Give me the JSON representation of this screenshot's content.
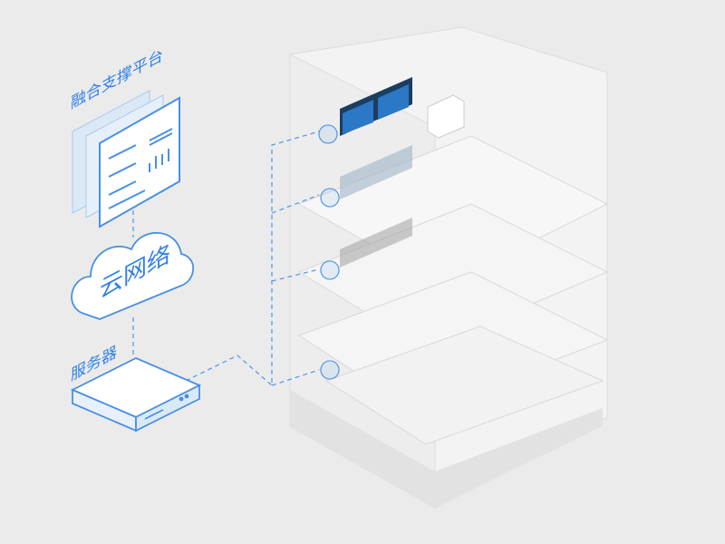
{
  "labels": {
    "platform": "融合支撑平台",
    "cloud": "云网络",
    "server": "服务器"
  },
  "colors": {
    "accent": "#2f7fe8",
    "line": "#5a9be6",
    "background": "#ebebeb",
    "building": "#f4f4f4"
  }
}
